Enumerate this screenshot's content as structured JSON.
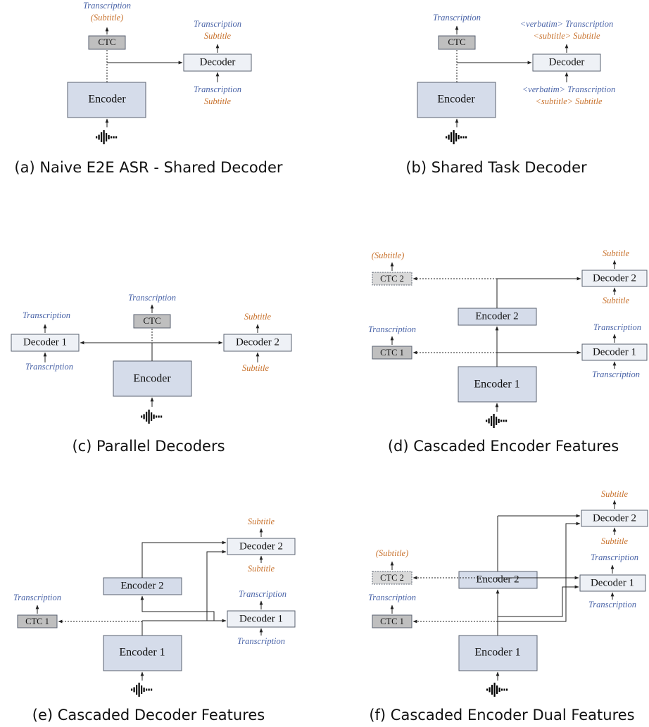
{
  "labels": {
    "transcription": "Transcription",
    "subtitle": "Subtitle",
    "subtitle_paren": "(Subtitle)",
    "verbatim_transcription": "<verbatim> Transcription",
    "subtitle_tag_subtitle": "<subtitle> Subtitle"
  },
  "boxes": {
    "encoder": "Encoder",
    "encoder_1": "Encoder 1",
    "encoder_2": "Encoder 2",
    "decoder": "Decoder",
    "decoder_1": "Decoder 1",
    "decoder_2": "Decoder 2",
    "ctc": "CTC",
    "ctc_1": "CTC 1",
    "ctc_2": "CTC 2"
  },
  "captions": {
    "a": "(a) Naive E2E ASR - Shared Decoder",
    "b": "(b) Shared Task Decoder",
    "c": "(c) Parallel Decoders",
    "d": "(d) Cascaded Encoder Features",
    "e": "(e) Cascaded Decoder Features",
    "f": "(f) Cascaded Encoder Dual Features"
  },
  "colors": {
    "transcription": "#4a64a8",
    "subtitle": "#c8722d",
    "encoder_fill": "#d5dcea",
    "decoder_fill": "#eef1f6",
    "ctc_fill": "#bfbfbf"
  },
  "icons": {
    "audio": "audio-waveform-icon"
  }
}
